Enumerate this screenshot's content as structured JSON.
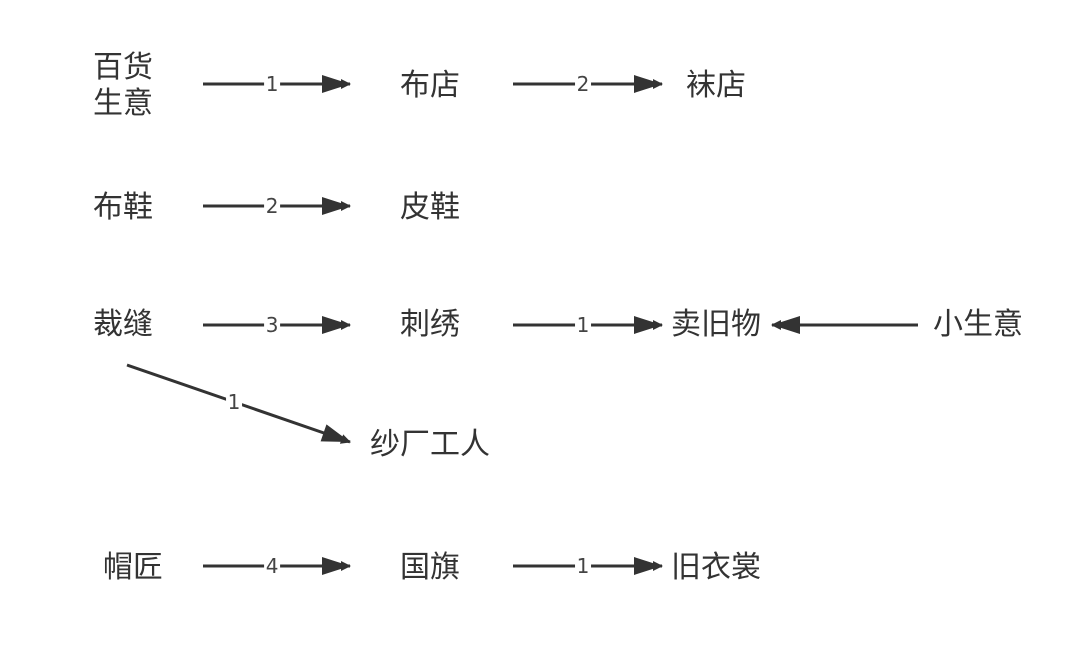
{
  "nodes": [
    {
      "id": "baihuo",
      "label": "百货\n生意"
    },
    {
      "id": "budian",
      "label": "布店"
    },
    {
      "id": "wadian",
      "label": "袜店"
    },
    {
      "id": "buxie",
      "label": "布鞋"
    },
    {
      "id": "pixie",
      "label": "皮鞋"
    },
    {
      "id": "caifeng",
      "label": "裁缝"
    },
    {
      "id": "cixiu",
      "label": "刺绣"
    },
    {
      "id": "maijiuwu",
      "label": "卖旧物"
    },
    {
      "id": "xiaoshengyi",
      "label": "小生意"
    },
    {
      "id": "shachang",
      "label": "纱厂工人"
    },
    {
      "id": "maojiang",
      "label": "帽匠"
    },
    {
      "id": "guoqi",
      "label": "国旗"
    },
    {
      "id": "jiuyishang",
      "label": "旧衣裳"
    }
  ],
  "edges": [
    {
      "from": "baihuo",
      "to": "budian",
      "label": "1"
    },
    {
      "from": "budian",
      "to": "wadian",
      "label": "2"
    },
    {
      "from": "buxie",
      "to": "pixie",
      "label": "2"
    },
    {
      "from": "caifeng",
      "to": "cixiu",
      "label": "3"
    },
    {
      "from": "cixiu",
      "to": "maijiuwu",
      "label": "1"
    },
    {
      "from": "xiaoshengyi",
      "to": "maijiuwu",
      "label": ""
    },
    {
      "from": "caifeng",
      "to": "shachang",
      "label": "1"
    },
    {
      "from": "maojiang",
      "to": "guoqi",
      "label": "4"
    },
    {
      "from": "guoqi",
      "to": "jiuyishang",
      "label": "1"
    }
  ],
  "colors": {
    "line": "#333333",
    "text": "#333333",
    "background": "#ffffff"
  }
}
